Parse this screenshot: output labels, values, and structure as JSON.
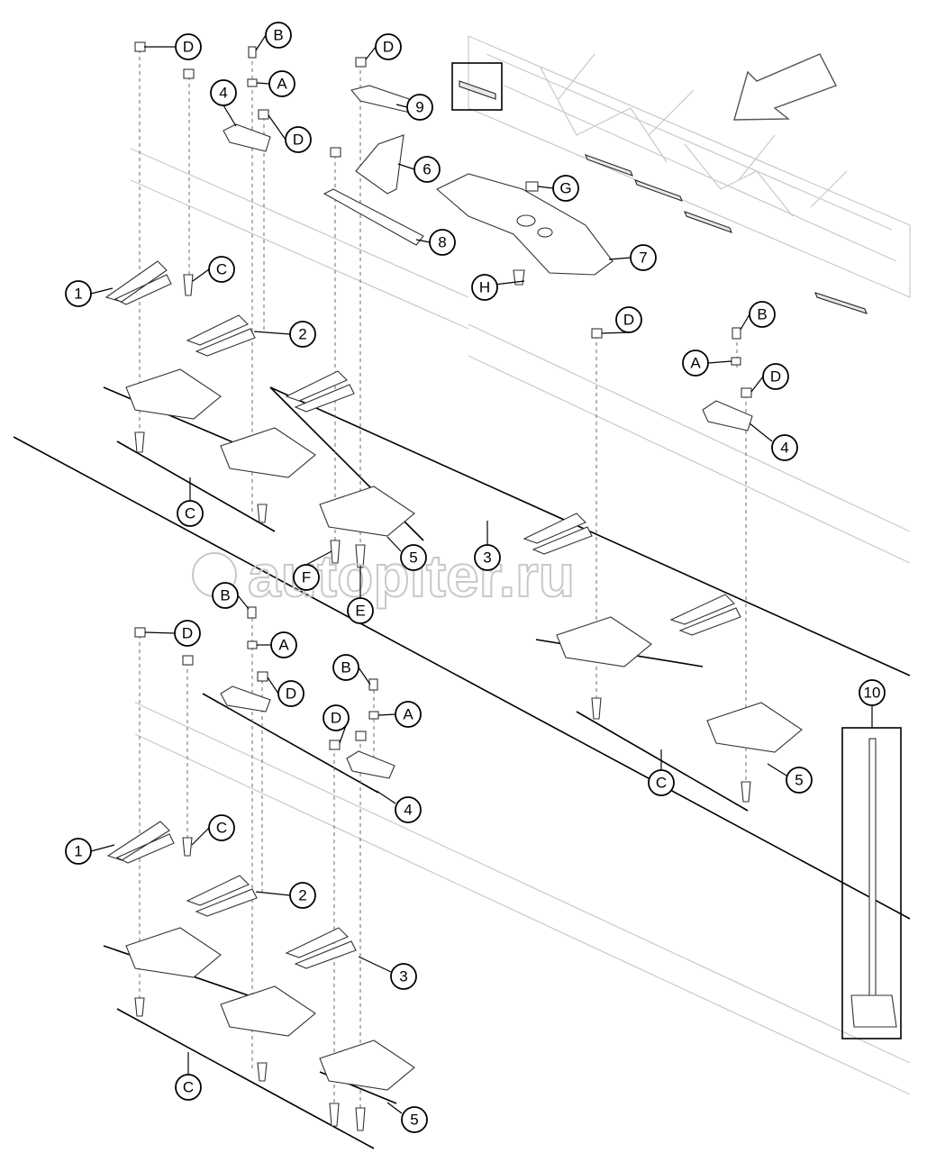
{
  "watermark": {
    "text": "autopiter.ru"
  },
  "callouts": {
    "c01": "D",
    "c02": "B",
    "c03": "A",
    "c04": "4",
    "c05": "D",
    "c06": "D",
    "c07": "9",
    "c08": "6",
    "c09": "G",
    "c10": "8",
    "c11": "7",
    "c12": "H",
    "c13": "1",
    "c14": "C",
    "c15": "2",
    "c16": "D",
    "c17": "B",
    "c18": "A",
    "c19": "D",
    "c20": "4",
    "c21": "C",
    "c22": "5",
    "c23": "3",
    "c24": "F",
    "c25": "E",
    "c26": "B",
    "c27": "D",
    "c28": "A",
    "c29": "D",
    "c30": "B",
    "c31": "D",
    "c32": "A",
    "c33": "4",
    "c34": "C",
    "c35": "5",
    "c36": "10",
    "c37": "1",
    "c38": "C",
    "c39": "2",
    "c40": "3",
    "c41": "C",
    "c42": "5"
  }
}
